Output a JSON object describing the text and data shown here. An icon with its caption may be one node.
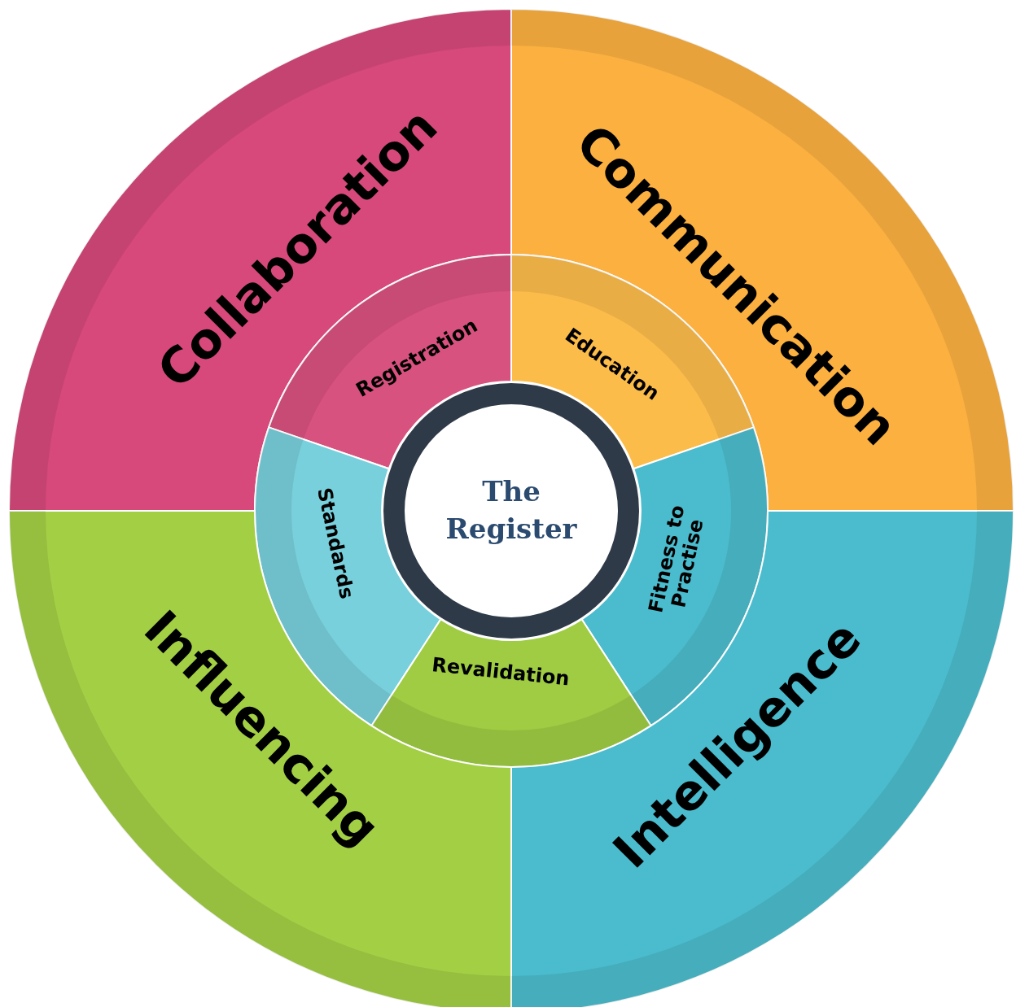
{
  "diagram": {
    "nodes": [
      {
        "text": [
          "Collaboration"
        ]
      },
      {
        "text": [
          "Communication"
        ]
      },
      {
        "text": [
          "Registration"
        ]
      },
      {
        "text": [
          "Education"
        ]
      },
      {
        "text": [
          "Standards"
        ]
      },
      {
        "text": [
          "The Register"
        ]
      },
      {
        "text": [
          "Fitness to Practise"
        ]
      },
      {
        "text": [
          "Revalidation"
        ]
      },
      {
        "text": [
          "Influencing"
        ]
      },
      {
        "text": [
          "Intelligence"
        ]
      }
    ]
  }
}
